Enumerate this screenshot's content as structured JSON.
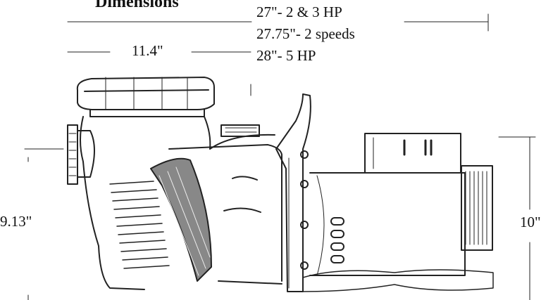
{
  "title": "Dimensions",
  "dimensions": {
    "overall_length": [
      "27\"- 2 & 3 HP",
      "27.75\"- 2 speeds",
      "28\"- 5 HP"
    ],
    "inlet_to_front": "11.4\"",
    "inlet_height": "9.13\"",
    "overall_height": "10\""
  }
}
